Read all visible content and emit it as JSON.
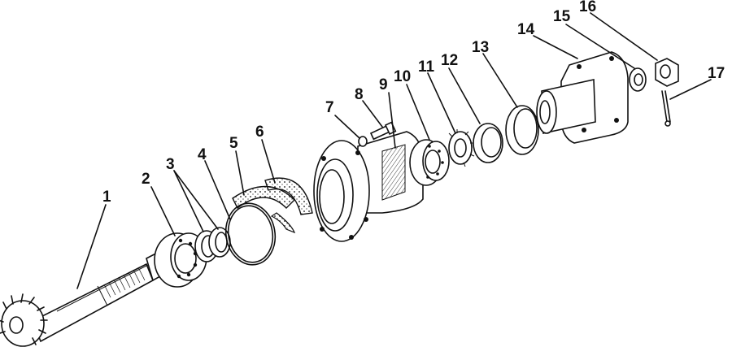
{
  "diagram": {
    "labels": [
      "1",
      "2",
      "3",
      "4",
      "5",
      "6",
      "7",
      "8",
      "9",
      "10",
      "11",
      "12",
      "13",
      "14",
      "15",
      "16",
      "17"
    ]
  },
  "colors": {
    "ink": "#111111",
    "paper": "#ffffff"
  }
}
